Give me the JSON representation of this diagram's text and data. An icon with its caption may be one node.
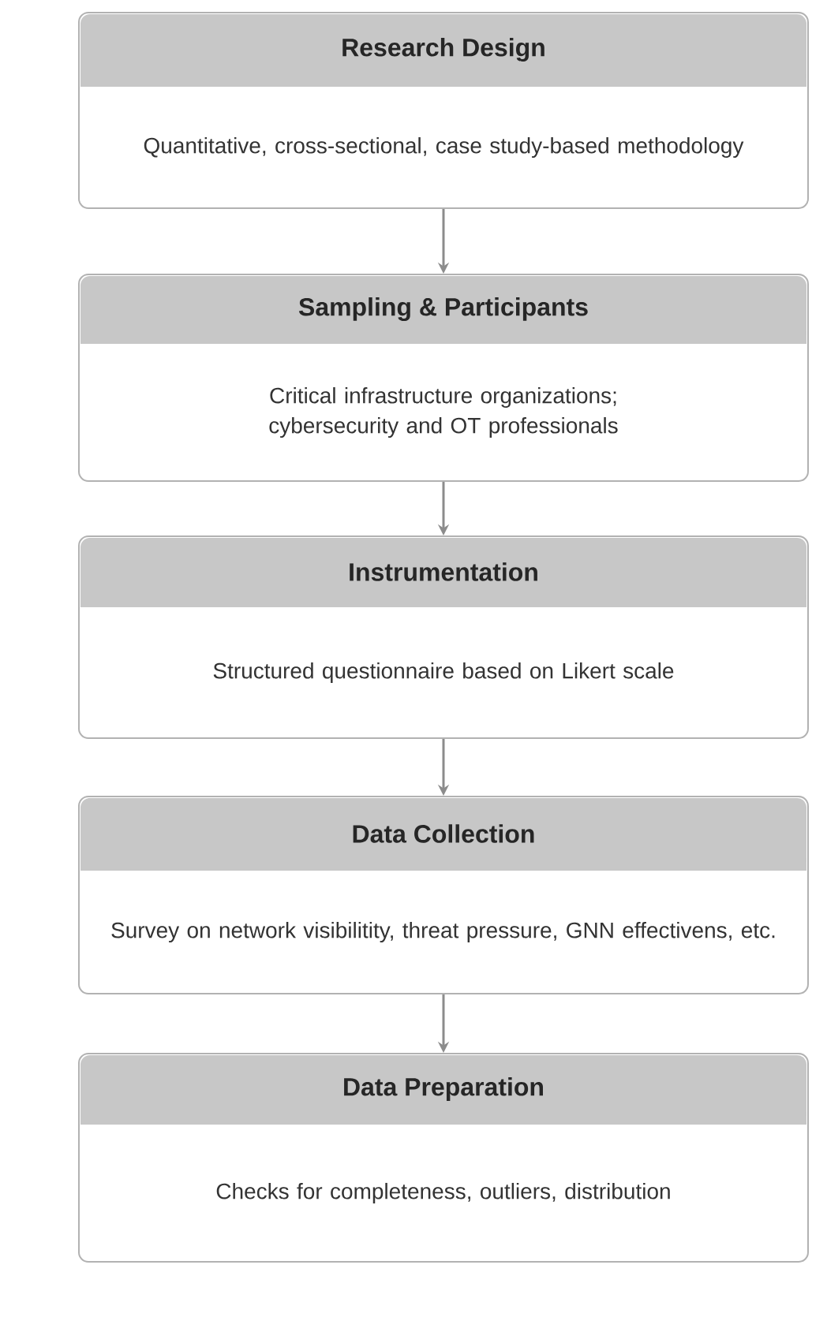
{
  "diagram": {
    "nodes": [
      {
        "text": [
          "Research Design",
          "Quantitative, cross-sectional, case study-based methodology"
        ]
      },
      {
        "text": [
          "Sampling & Participants",
          "Critical infrastructure organizations; cybersecurity and OT professionals"
        ]
      },
      {
        "text": [
          "Instrumentation",
          "Structured questionnaire based on Likert scale"
        ]
      },
      {
        "text": [
          "Data Collection",
          "Survey on network visibilitity, threat pressure, GNN effectivens, etc."
        ]
      },
      {
        "text": [
          "Data Preparation",
          "Checks for completeness, outliers, distribution"
        ]
      }
    ],
    "edges": [
      {
        "from": 0,
        "to": 1,
        "arrow": "to"
      },
      {
        "from": 1,
        "to": 2,
        "arrow": "to"
      },
      {
        "from": 2,
        "to": 3,
        "arrow": "to"
      },
      {
        "from": 3,
        "to": 4,
        "arrow": "to"
      }
    ]
  }
}
